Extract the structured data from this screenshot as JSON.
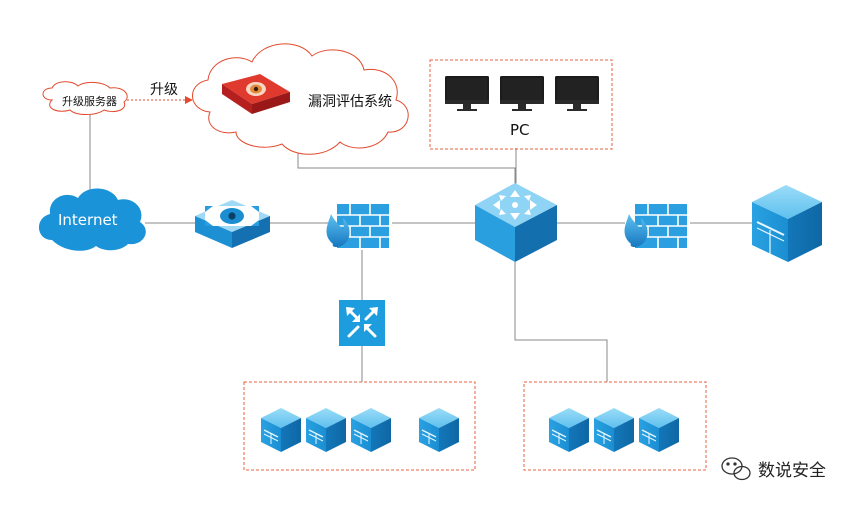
{
  "labels": {
    "upgrade_server": "升级服务器",
    "upgrade": "升级",
    "vuln_system": "漏洞评估系统",
    "pc": "PC",
    "internet": "Internet"
  },
  "watermark": {
    "text": "数说安全"
  },
  "colors": {
    "accent_blue": "#1d9ddd",
    "light_blue": "#63c3ef",
    "dark_blue": "#1578b8",
    "fire_blue": "#2a9de0",
    "dashed_red": "#e8603e",
    "cloud_red": "#e24b2f",
    "device_red": "#d42a2a",
    "line_gray": "#8a8a8a",
    "monitor_black": "#1b1b1b"
  },
  "icons": [
    "cloud-icon",
    "red-appliance-icon",
    "monitor-icon",
    "internet-cloud-icon",
    "eye-sensor-icon",
    "firewall-icon",
    "core-switch-icon",
    "router-icon",
    "server-cube-icon",
    "wechat-icon"
  ]
}
